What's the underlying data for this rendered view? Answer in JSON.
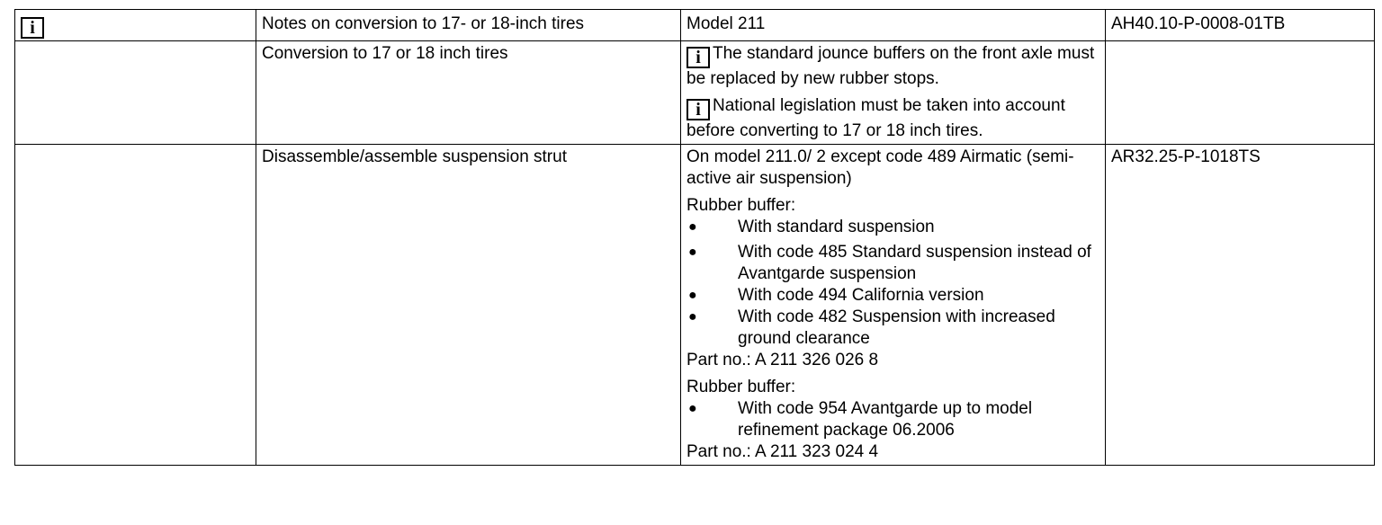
{
  "header": {
    "info_icon": "info-icon",
    "title": "Notes on conversion to 17- or 18-inch tires",
    "model": "Model 211",
    "doc_ref": "AH40.10-P-0008-01TB"
  },
  "row1": {
    "title": "Conversion to 17 or 18 inch tires",
    "note1": "The standard jounce buffers on the front axle must be replaced by new rubber stops.",
    "note2": "National legislation must be taken into account before converting to 17 or 18 inch tires."
  },
  "row2": {
    "title": "Disassemble/assemble suspension strut",
    "intro": "On model 211.0/ 2 except code 489 Airmatic (semi-active air suspension)",
    "ref": "AR32.25-P-1018TS",
    "buffer_label_1": "Rubber buffer:",
    "bullets_1": [
      "With standard suspension",
      "With code 485 Standard suspension instead of Avantgarde suspension",
      "With code 494 California version",
      "With code 482 Suspension with increased ground clearance"
    ],
    "part_no_1": "Part no.: A 211 326 026 8",
    "buffer_label_2": "Rubber buffer:",
    "bullets_2": [
      "With code 954 Avantgarde up to model refinement package 06.2006"
    ],
    "part_no_2": "Part no.: A 211 323 024 4"
  }
}
